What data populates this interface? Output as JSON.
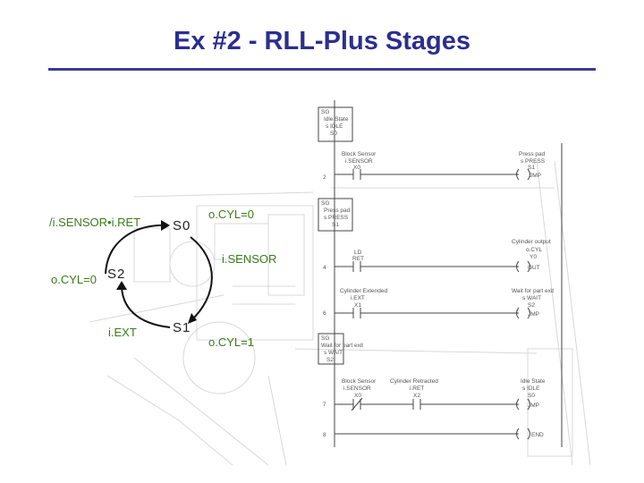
{
  "title": "Ex #2 - RLL-Plus Stages",
  "state_diagram": {
    "states": {
      "s0": "S0",
      "s1": "S1",
      "s2": "S2"
    },
    "labels": {
      "s0_action": "o.CYL=0",
      "s1_action": "o.CYL=1",
      "s2_action": "o.CYL=0",
      "t_s2_s0": "/i.SENSOR•i.RET",
      "t_s0_s1": "i.SENSOR",
      "t_s1_s2": "i.EXT"
    }
  },
  "ladder": {
    "stage_s0": {
      "sg": "SG",
      "name": "Idle State",
      "addr": "s IDLE",
      "num": "S0"
    },
    "rung2": {
      "contact_label": "Block Sensor",
      "contact_name": "i.SENSOR",
      "contact_addr": "X0",
      "coil_label": "Press pad",
      "coil_name": "s PRESS",
      "coil_addr": "S1",
      "coil_instr": "JMP",
      "rung_no": "2"
    },
    "stage_s1": {
      "sg": "SG",
      "name": "Press pad",
      "addr": "s PRESS",
      "num": "S1"
    },
    "rung4": {
      "contact_label": "LD",
      "contact_name": "RET",
      "coil_label": "Cylinder output",
      "coil_name": "o.CYL",
      "coil_addr": "Y0",
      "coil_instr": "OUT",
      "rung_no": "4"
    },
    "rung6": {
      "contact_label": "Cylinder Extended",
      "contact_name": "i.EXT",
      "contact_addr": "X1",
      "coil_label": "Wait for part exit",
      "coil_name": "s WAIT",
      "coil_addr": "S2",
      "coil_instr": "JMP",
      "rung_no": "6"
    },
    "stage_s2": {
      "sg": "SG",
      "name": "Wait for part exit",
      "addr": "s WAIT",
      "num": "S2"
    },
    "rung7": {
      "contact1_label": "Block Sensor",
      "contact1_name": "i.SENSOR",
      "contact1_addr": "X0",
      "contact2_label": "Cylinder Retracted",
      "contact2_name": "i.RET",
      "contact2_addr": "X2",
      "coil_label": "Idle State",
      "coil_name": "s IDLE",
      "coil_addr": "S0",
      "coil_instr": "JMP",
      "rung_no": "7"
    },
    "rung8": {
      "coil_instr": "END",
      "rung_no": "8"
    }
  },
  "colors": {
    "title": "#2b2e8f",
    "rule": "#3b3b93",
    "transition_labels": "#3a7d1a"
  }
}
